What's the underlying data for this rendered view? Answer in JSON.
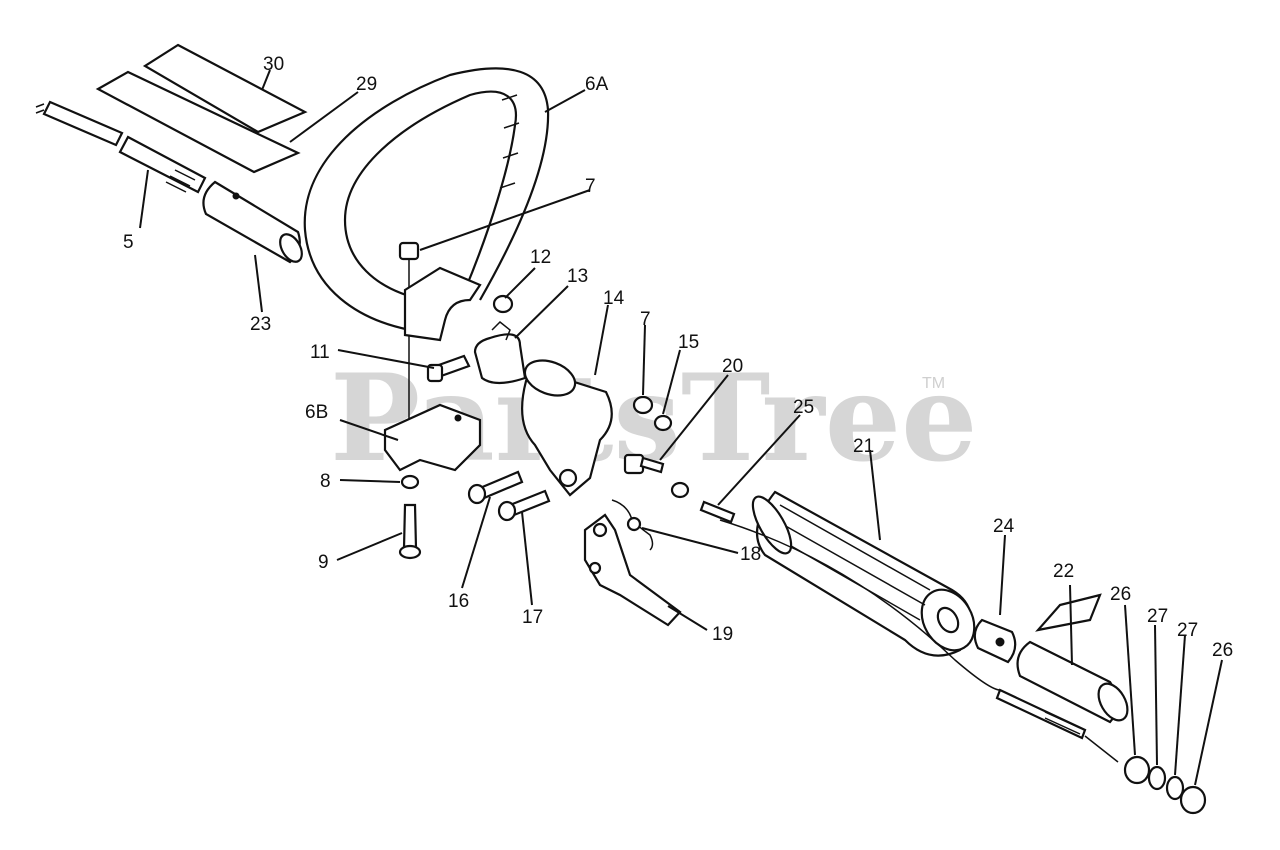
{
  "watermark": {
    "brand": "PartsTree",
    "tm": "TM"
  },
  "callouts": [
    {
      "id": "c30",
      "text": "30"
    },
    {
      "id": "c29",
      "text": "29"
    },
    {
      "id": "c6a",
      "text": "6A"
    },
    {
      "id": "c5",
      "text": "5"
    },
    {
      "id": "c7a",
      "text": "7"
    },
    {
      "id": "c23",
      "text": "23"
    },
    {
      "id": "c12",
      "text": "12"
    },
    {
      "id": "c13",
      "text": "13"
    },
    {
      "id": "c14",
      "text": "14"
    },
    {
      "id": "c7b",
      "text": "7"
    },
    {
      "id": "c15",
      "text": "15"
    },
    {
      "id": "c20",
      "text": "20"
    },
    {
      "id": "c11",
      "text": "11"
    },
    {
      "id": "c25",
      "text": "25"
    },
    {
      "id": "c6b",
      "text": "6B"
    },
    {
      "id": "c21",
      "text": "21"
    },
    {
      "id": "c8",
      "text": "8"
    },
    {
      "id": "c24",
      "text": "24"
    },
    {
      "id": "c22",
      "text": "22"
    },
    {
      "id": "c26a",
      "text": "26"
    },
    {
      "id": "c27a",
      "text": "27"
    },
    {
      "id": "c27b",
      "text": "27"
    },
    {
      "id": "c26b",
      "text": "26"
    },
    {
      "id": "c18",
      "text": "18"
    },
    {
      "id": "c9",
      "text": "9"
    },
    {
      "id": "c16",
      "text": "16"
    },
    {
      "id": "c17",
      "text": "17"
    },
    {
      "id": "c19",
      "text": "19"
    }
  ]
}
